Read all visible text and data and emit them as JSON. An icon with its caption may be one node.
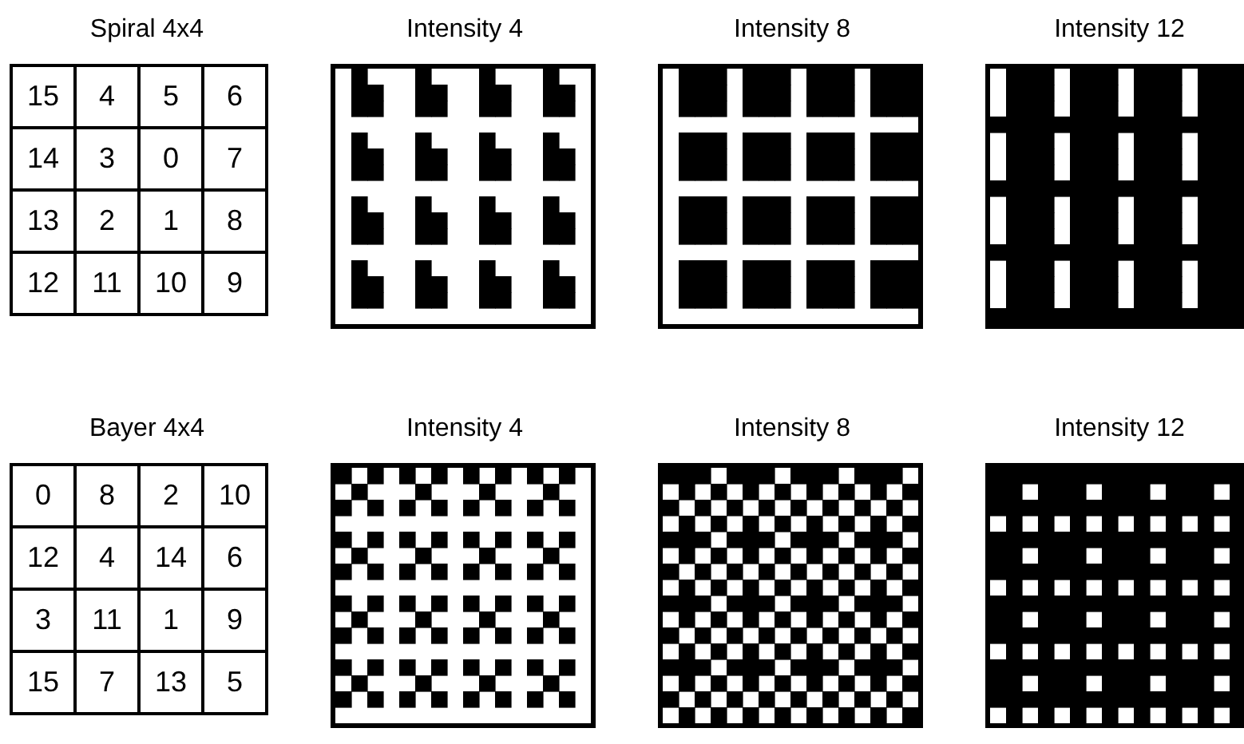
{
  "diagram": {
    "labels": [
      "Spiral 4x4",
      "Intensity 4",
      "Intensity 8",
      "Intensity 12",
      "15",
      "4",
      "5",
      "6",
      "14",
      "3",
      "0",
      "7",
      "13",
      "2",
      "1",
      "8",
      "12",
      "11",
      "10",
      "9",
      "Bayer 4x4",
      "Intensity 4",
      "Intensity 8",
      "Intensity 12",
      "0",
      "8",
      "2",
      "10",
      "12",
      "4",
      "14",
      "6",
      "3",
      "11",
      "1",
      "9",
      "15",
      "7",
      "13",
      "5"
    ]
  }
}
